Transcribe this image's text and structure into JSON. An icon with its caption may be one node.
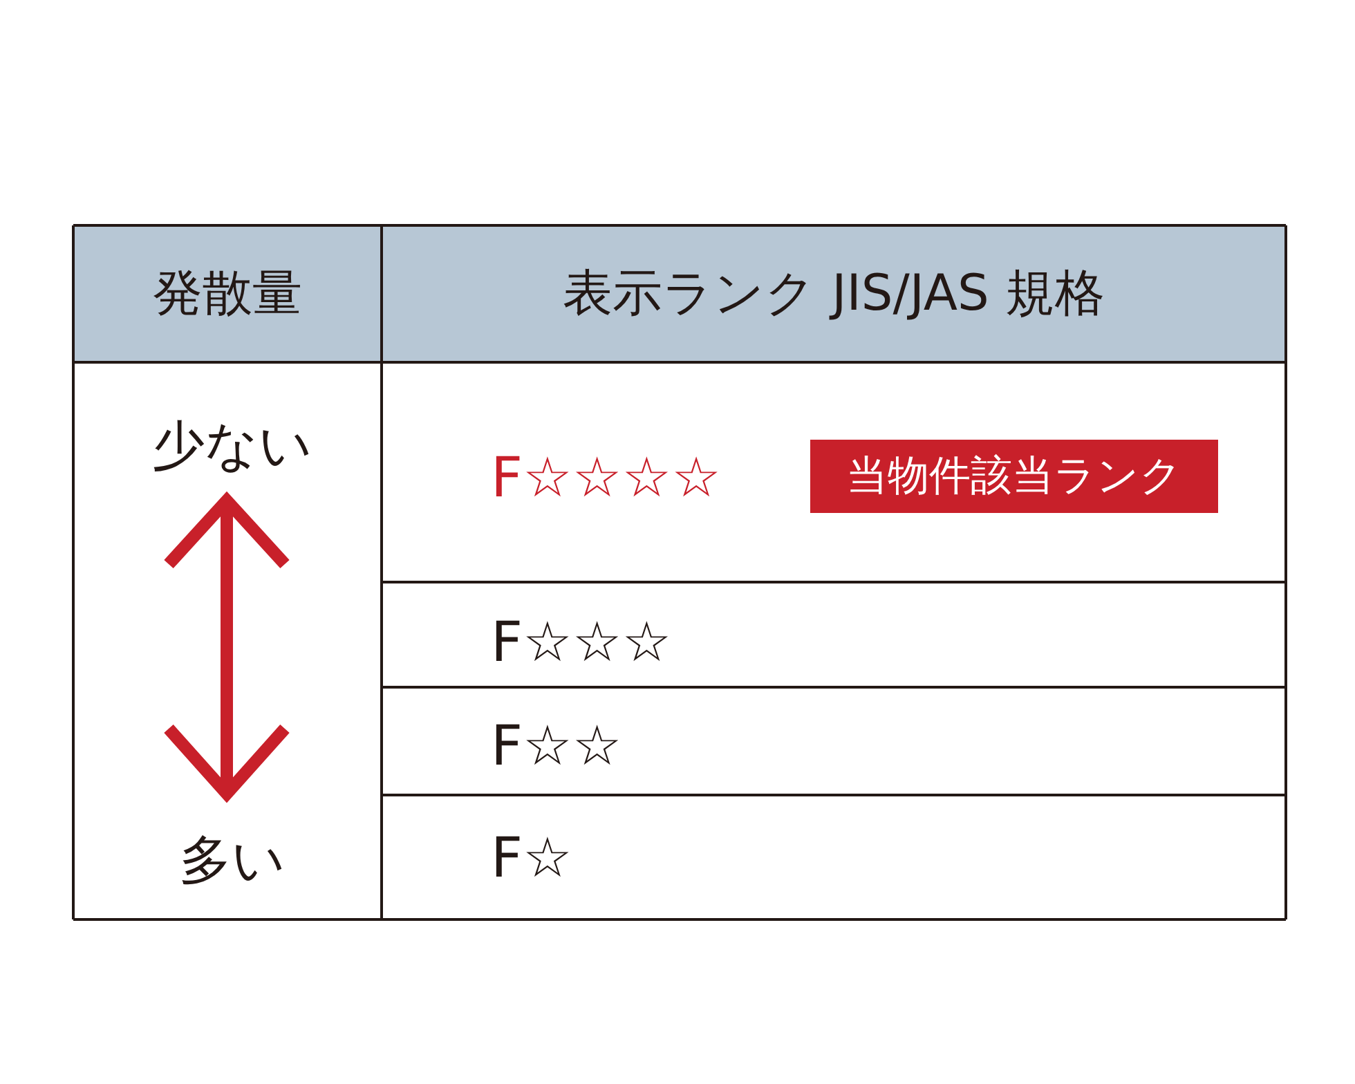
{
  "diagram": {
    "nodes": [
      {
        "text": [
          "当物件該当ランク"
        ]
      }
    ],
    "labels": [
      "発散量",
      "表示ランク JIS/JAS 規格",
      "少ない",
      "F☆☆☆☆",
      "F☆☆☆",
      "F☆☆",
      "多い",
      "F☆"
    ]
  }
}
